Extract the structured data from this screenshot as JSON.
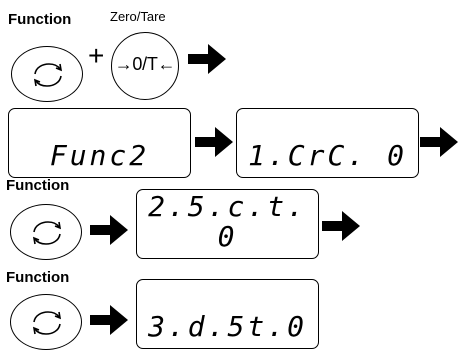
{
  "labels": {
    "function_1": "Function",
    "zero_tare": "Zero/Tare",
    "function_2": "Function",
    "function_3": "Function"
  },
  "keys": {
    "function_icon": "cycle-arrows-icon",
    "zero_tare_key": "→0/T←",
    "plus": "+"
  },
  "displays": {
    "d1": "Func2",
    "d2": "1.CrC. 0",
    "d3": "2.5.c.t. 0",
    "d4": "3.d.5t.0"
  }
}
